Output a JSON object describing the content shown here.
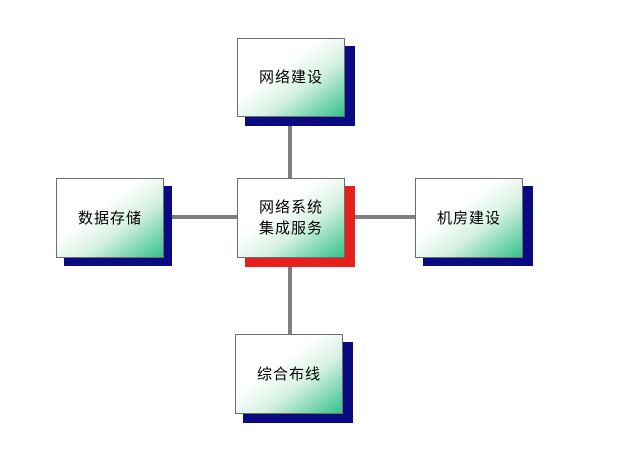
{
  "nodes": {
    "top": {
      "label": "网络建设"
    },
    "left": {
      "label": "数据存储"
    },
    "center": {
      "line1": "网络系统",
      "line2": "集成服务"
    },
    "right": {
      "label": "机房建设"
    },
    "bottom": {
      "label": "综合布线"
    }
  },
  "colors": {
    "shadow_default": "#0a0a82",
    "shadow_center": "#e8201c",
    "connector": "#7f7f7f",
    "node_gradient_end": "#33c28c"
  }
}
